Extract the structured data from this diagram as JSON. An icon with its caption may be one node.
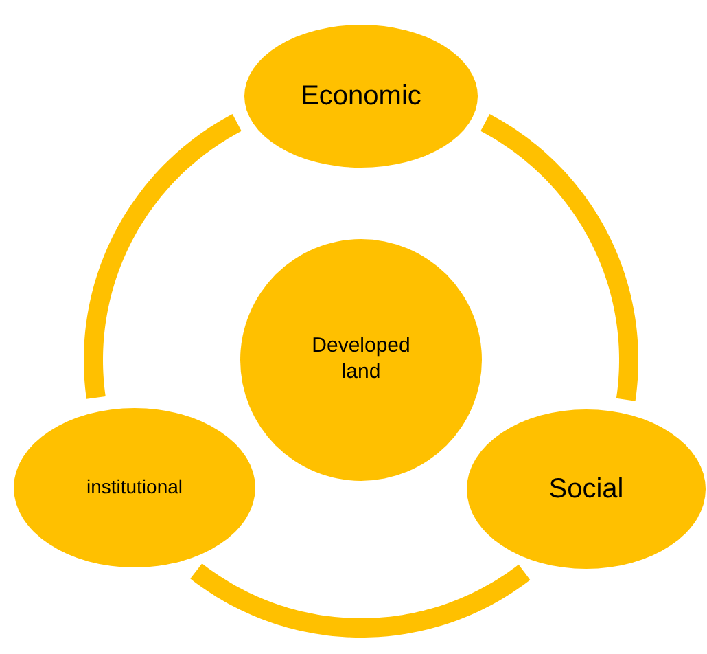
{
  "diagram": {
    "nodes": [
      {
        "text": [
          "Economic"
        ]
      },
      {
        "text": [
          "Developed land"
        ]
      },
      {
        "text": [
          "institutional"
        ]
      },
      {
        "text": [
          "Social"
        ]
      }
    ],
    "edges": [
      {
        "from": 0,
        "to": 3,
        "arrow": "none"
      },
      {
        "from": 3,
        "to": 2,
        "arrow": "none"
      },
      {
        "from": 2,
        "to": 0,
        "arrow": "none"
      }
    ]
  }
}
